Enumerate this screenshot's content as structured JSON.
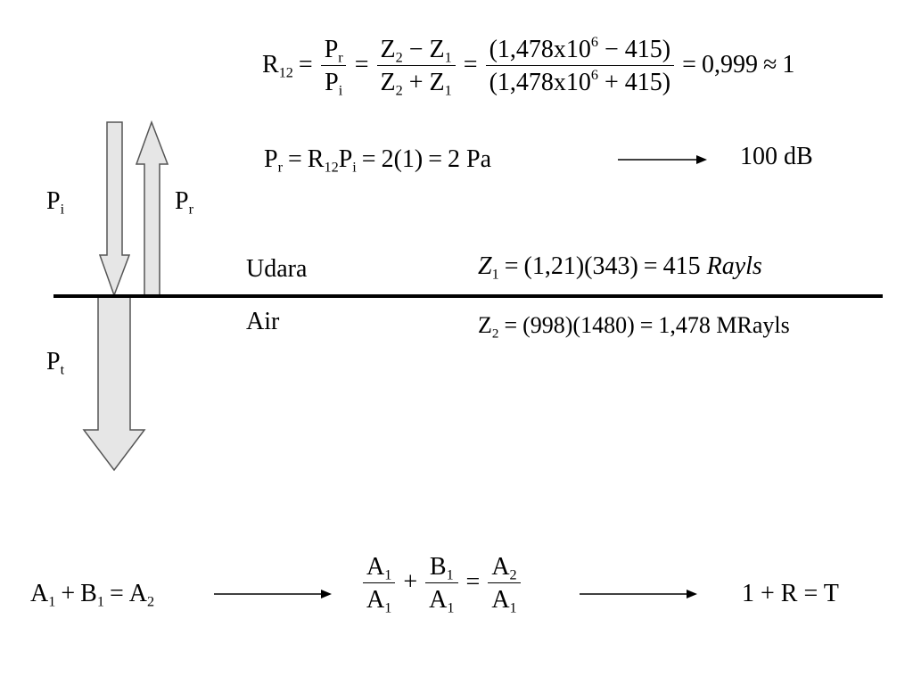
{
  "eq_r12": {
    "lhs_symbol": "R",
    "lhs_sub": "12",
    "f1_num": "P",
    "f1_num_sub": "r",
    "f1_den": "P",
    "f1_den_sub": "i",
    "f2_num_a": "Z",
    "f2_num_a_sub": "2",
    "f2_num_op": "−",
    "f2_num_b": "Z",
    "f2_num_b_sub": "1",
    "f2_den_a": "Z",
    "f2_den_a_sub": "2",
    "f2_den_op": "+",
    "f2_den_b": "Z",
    "f2_den_b_sub": "1",
    "f3_num_a": "(1,478x10",
    "f3_num_exp": "6",
    "f3_num_b": " − 415)",
    "f3_den_a": "(1,478x10",
    "f3_den_exp": "6",
    "f3_den_b": " + 415)",
    "result": "0,999",
    "approx": "1"
  },
  "eq_pr": {
    "p": "P",
    "p_sub": "r",
    "r": "R",
    "r_sub": "12",
    "pi": "P",
    "pi_sub": "i",
    "calc": "2(1)",
    "result": "2 Pa",
    "db": "100 dB"
  },
  "labels": {
    "pi": "P",
    "pi_sub": "i",
    "pr": "P",
    "pr_sub": "r",
    "pt": "P",
    "pt_sub": "t",
    "medium_top": "Udara",
    "medium_bottom": "Air"
  },
  "eq_z1": {
    "z": "Z",
    "z_sub": "1",
    "expr": "(1,21)(343)",
    "value": "415",
    "unit": "Rayls"
  },
  "eq_z2": {
    "z": "Z",
    "z_sub": "2",
    "expr": "(998)(1480)",
    "value": "1,478",
    "unit": "MRayls"
  },
  "bottom": {
    "e1_a": "A",
    "e1_a_sub": "1",
    "e1_plus": "+",
    "e1_b": "B",
    "e1_b_sub": "1",
    "e1_eq": "=",
    "e1_c": "A",
    "e1_c_sub": "2",
    "e2_n1": "A",
    "e2_n1_sub": "1",
    "e2_d1": "A",
    "e2_d1_sub": "1",
    "e2_n2": "B",
    "e2_n2_sub": "1",
    "e2_d2": "A",
    "e2_d2_sub": "1",
    "e2_n3": "A",
    "e2_n3_sub": "2",
    "e2_d3": "A",
    "e2_d3_sub": "1",
    "e3": "1 + R = T"
  },
  "colors": {
    "arrow_fill": "#e6e6e6",
    "arrow_stroke": "#555555",
    "line": "#000000"
  }
}
